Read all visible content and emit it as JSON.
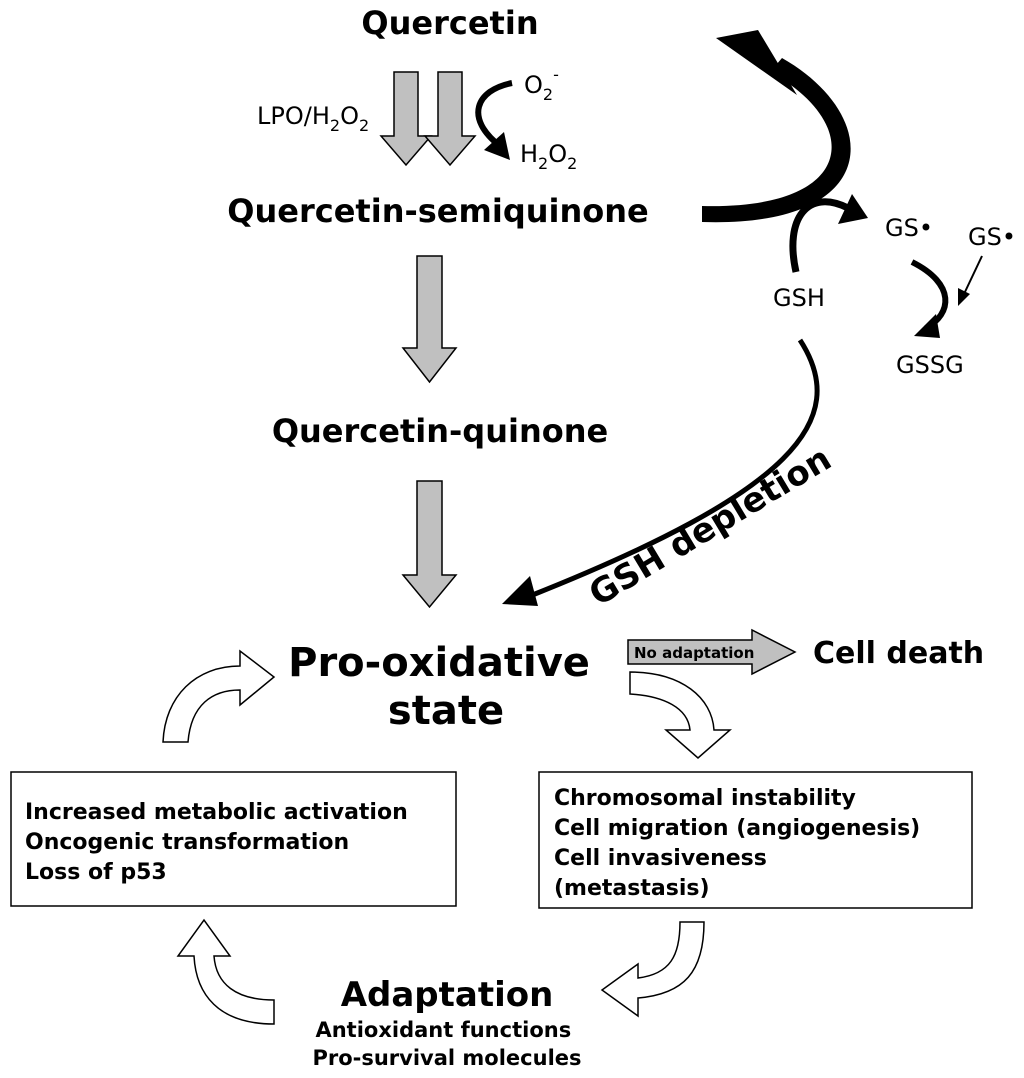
{
  "nodes": {
    "quercetin": "Quercetin",
    "lpo_h2o2": {
      "pre": "LPO/H",
      "sub1": "2",
      "mid": "O",
      "sub2": "2"
    },
    "superoxide": {
      "base": "O",
      "sub": "2",
      "sup": "-"
    },
    "h2o2": {
      "base1": "H",
      "sub1": "2",
      "base2": "O",
      "sub2": "2"
    },
    "semiquinone": "Quercetin-semiquinone",
    "gs_radical_1": "GS•",
    "gs_radical_2": "GS•",
    "gsh": "GSH",
    "gssg": "GSSG",
    "quinone": "Quercetin-quinone",
    "gsh_depletion": "GSH depletion",
    "pro_oxidative": [
      "Pro-oxidative",
      "state"
    ],
    "no_adaptation": "No adaptation",
    "cell_death": "Cell death",
    "left_box": [
      "Increased metabolic activation",
      "Oncogenic transformation",
      "Loss of p53"
    ],
    "right_box": [
      "Chromosomal instability",
      "Cell migration (angiogenesis)",
      "Cell invasiveness",
      "(metastasis)"
    ],
    "adaptation": "Adaptation",
    "adaptation_items": [
      "Antioxidant functions",
      "Pro-survival molecules"
    ]
  },
  "colors": {
    "gray_arrow": "#c0c0c0",
    "ink": "#000000",
    "hollow_arrow": "#ffffff"
  }
}
